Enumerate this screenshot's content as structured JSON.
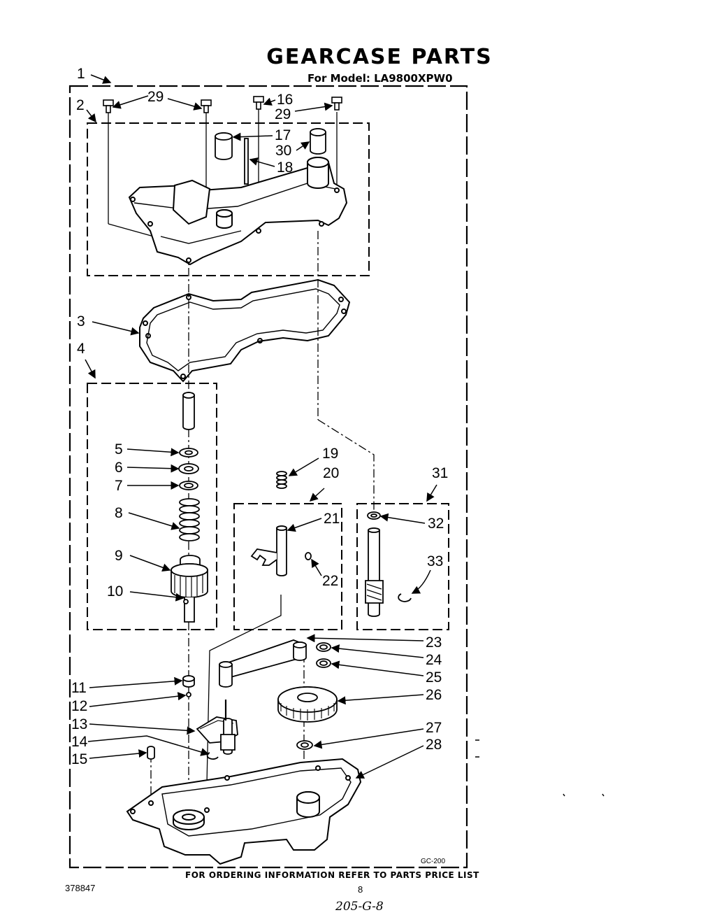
{
  "header": {
    "title": "GEARCASE PARTS",
    "model_line": "For Model: LA9800XPW0"
  },
  "footer": {
    "ordering_info": "FOR ORDERING INFORMATION REFER TO PARTS PRICE LIST",
    "document_number": "378847",
    "page_number": "8",
    "handwritten_note": "205-G-8",
    "diagram_code": "GC-200"
  },
  "callouts": {
    "c1": "1",
    "c2": "2",
    "c3": "3",
    "c4": "4",
    "c5": "5",
    "c6": "6",
    "c7": "7",
    "c8": "8",
    "c9": "9",
    "c10": "10",
    "c11": "11",
    "c12": "12",
    "c13": "13",
    "c14": "14",
    "c15": "15",
    "c16": "16",
    "c17": "17",
    "c18": "18",
    "c19": "19",
    "c20": "20",
    "c21": "21",
    "c22": "22",
    "c23": "23",
    "c24": "24",
    "c25": "25",
    "c26": "26",
    "c27": "27",
    "c28": "28",
    "c29a": "29",
    "c29b": "29",
    "c30": "30",
    "c31": "31",
    "c32": "32",
    "c33": "33"
  }
}
